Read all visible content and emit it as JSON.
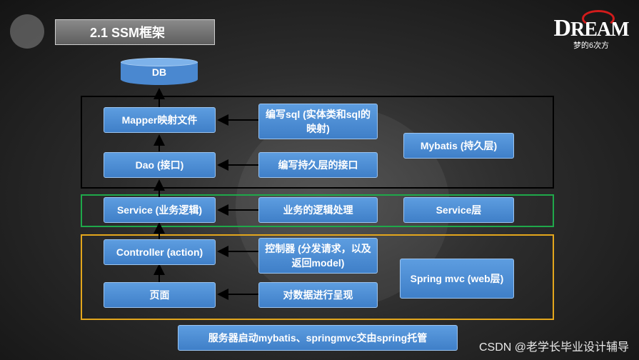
{
  "slide": {
    "title": "2.1  SSM框架",
    "logo": {
      "word_first": "D",
      "word_rest": "REAM",
      "subtitle": "梦的6次方"
    },
    "watermark": "CSDN @老学长毕业设计辅导"
  },
  "diagram": {
    "db": "DB",
    "nodes": {
      "mapper": "Mapper映射文件",
      "write_sql": "编写sql (实体类和sql的映射)",
      "mybatis": "Mybatis (持久层)",
      "dao": "Dao (接口)",
      "write_dao": "编写持久层的接口",
      "service": "Service (业务逻辑)",
      "biz_logic": "业务的逻辑处理",
      "service_layer": "Service层",
      "controller": "Controller (action)",
      "controller_desc": "控制器 (分发请求，以及返回model)",
      "springmvc": "Spring mvc (web层)",
      "page": "页面",
      "page_desc": "对数据进行呈现",
      "footer": "服务器启动mybatis、springmvc交由spring托管"
    },
    "colors": {
      "node": "#4a88d0",
      "frame_mybatis": "#000000",
      "frame_service": "#1fa84a",
      "frame_web": "#e3a61c"
    }
  }
}
